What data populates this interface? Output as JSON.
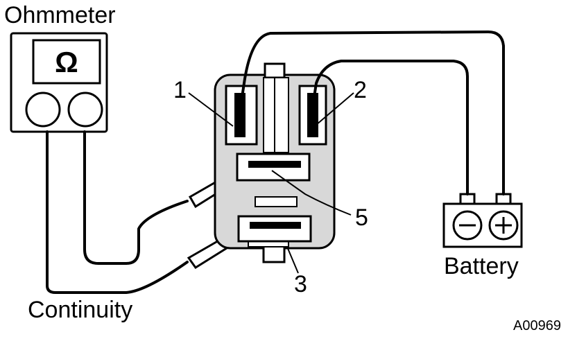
{
  "labels": {
    "ohmmeter": "Ohmmeter",
    "ohm_symbol": "Ω",
    "continuity": "Continuity",
    "battery": "Battery",
    "battery_minus": "−",
    "battery_plus": "+",
    "terminal_1": "1",
    "terminal_2": "2",
    "terminal_3": "3",
    "terminal_5": "5",
    "figure_code": "A00969"
  },
  "colors": {
    "ink": "#000000",
    "relay_fill": "#d8d8d8",
    "paper": "#ffffff"
  }
}
